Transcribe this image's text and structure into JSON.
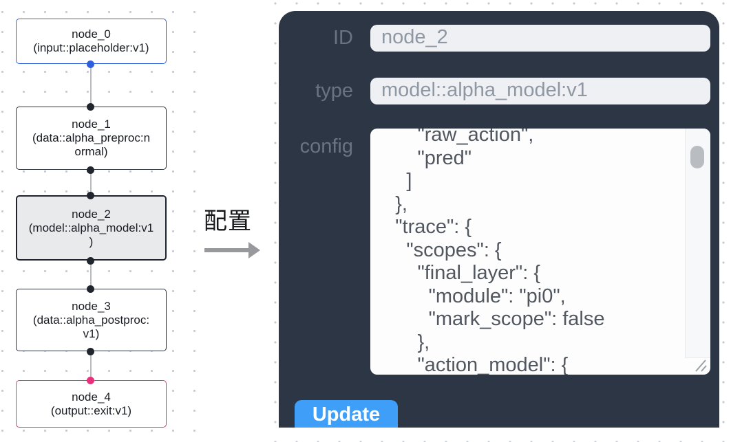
{
  "flow": {
    "nodes": [
      {
        "id": "node_0",
        "type": "input::placeholder:v1",
        "label_lines": [
          "node_0",
          "(input::placeholder:v1)"
        ],
        "selected": false
      },
      {
        "id": "node_1",
        "type": "data::alpha_preproc:normal",
        "label_lines": [
          "node_1",
          "(data::alpha_preproc:n",
          "ormal)"
        ],
        "selected": false
      },
      {
        "id": "node_2",
        "type": "model::alpha_model:v1",
        "label_lines": [
          "node_2",
          "(model::alpha_model:v1",
          ")"
        ],
        "selected": true
      },
      {
        "id": "node_3",
        "type": "data::alpha_postproc:v1",
        "label_lines": [
          "node_3",
          "(data::alpha_postproc:",
          "v1)"
        ],
        "selected": false
      },
      {
        "id": "node_4",
        "type": "output::exit:v1",
        "label_lines": [
          "node_4",
          "(output::exit:v1)"
        ],
        "selected": false
      }
    ]
  },
  "annotation": {
    "label": "配置"
  },
  "panel": {
    "fields": [
      {
        "label": "ID",
        "value": "node_2"
      },
      {
        "label": "type",
        "value": "model::alpha_model:v1"
      }
    ],
    "config_label": "config",
    "config_lines": [
      "        \"raw_action\",",
      "        \"pred\"",
      "      ]",
      "    },",
      "    \"trace\": {",
      "      \"scopes\": {",
      "        \"final_layer\": {",
      "          \"module\": \"pi0\",",
      "          \"mark_scope\": false",
      "        },",
      "        \"action_model\": {"
    ],
    "update_label": "Update"
  },
  "colors": {
    "panel_bg": "#2d3645",
    "accent_blue": "#3f9ef8",
    "node_input_border": "#2f62e0",
    "node_output_border": "#ea2f7c",
    "node_selected_bg": "#e9eaec",
    "handle_dark": "#20252e",
    "dot_grid": "#c7cad0"
  }
}
